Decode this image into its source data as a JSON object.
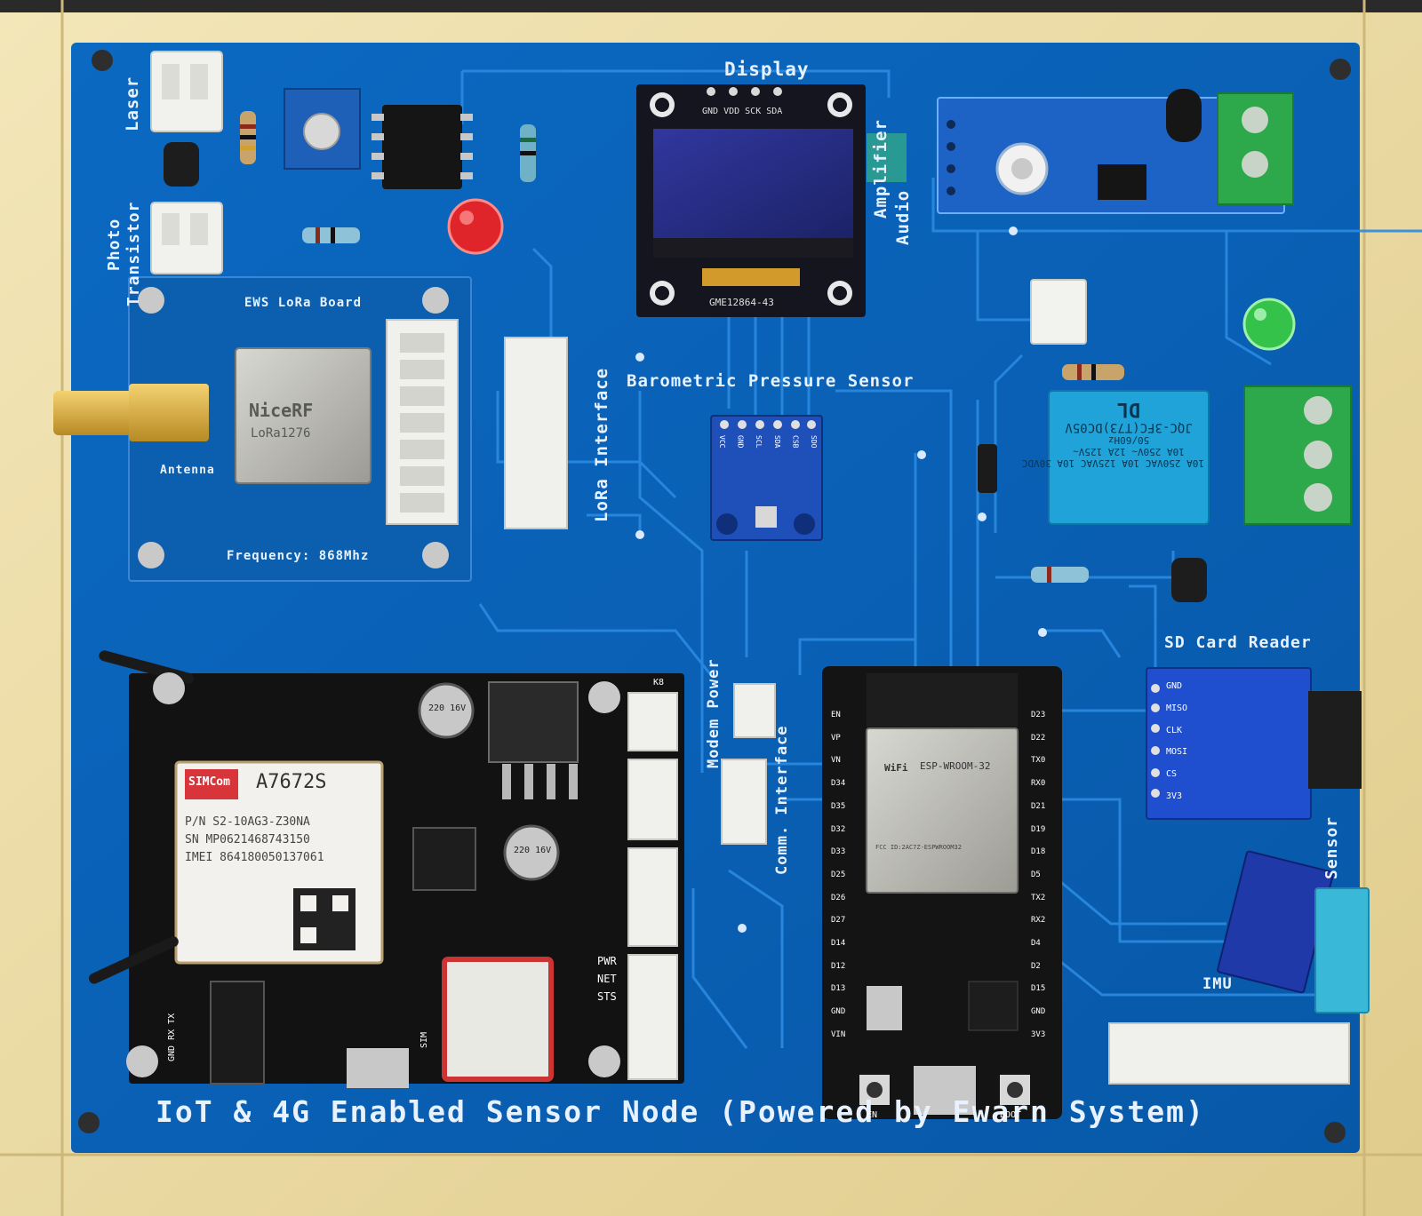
{
  "board": {
    "title": "IoT & 4G Enabled Sensor Node (Powered by Ewarn System)"
  },
  "labels": {
    "laser": "Laser",
    "photo": "Photo",
    "transistor": "Transistor",
    "display": "Display",
    "amplifier": "Amplifier",
    "audio": "Audio",
    "lora_board": "EWS LoRa Board",
    "antenna": "Antenna",
    "frequency": "Frequency: 868Mhz",
    "lora_interface": "LoRa Interface",
    "barometric": "Barometric Pressure Sensor",
    "sd_card_reader": "SD Card Reader",
    "modem_power": "Modem Power",
    "comm_interface": "Comm. Interface",
    "sensor": "Sensor",
    "imu": "IMU"
  },
  "lora_module": {
    "brand": "NiceRF",
    "model": "LoRa1276"
  },
  "oled": {
    "pins": "GND VDD SCK SDA",
    "part": "GME12864-43"
  },
  "baro_pins": [
    "VCC",
    "GND",
    "SCL",
    "SDA",
    "CSB",
    "SDO"
  ],
  "modem": {
    "brand": "SIMCom",
    "model": "A7672S",
    "pn": "P/N S2-10AG3-Z30NA",
    "sn": "SN MP0621468743150",
    "imei": "IMEI 864180050137061",
    "cap1": "220 16V",
    "cap2": "220 16V",
    "connector_pins": "GND RX TX",
    "pwr": "PWR",
    "net": "NET",
    "sts": "STS",
    "sim": "SIM",
    "k8": "K8"
  },
  "esp32": {
    "module": "ESP-WROOM-32",
    "wifi": "WiFi",
    "fcc": "FCC ID:2AC7Z-ESPWROOM32",
    "en": "EN",
    "boot": "BOOT",
    "left_pins": [
      "EN",
      "VP",
      "VN",
      "D34",
      "D35",
      "D32",
      "D33",
      "D25",
      "D26",
      "D27",
      "D14",
      "D12",
      "D13",
      "GND",
      "VIN"
    ],
    "right_pins": [
      "D23",
      "D22",
      "TX0",
      "RX0",
      "D21",
      "D19",
      "D18",
      "D5",
      "TX2",
      "RX2",
      "D4",
      "D2",
      "D15",
      "GND",
      "3V3"
    ]
  },
  "sd_pins": [
    "GND",
    "MISO",
    "CLK",
    "MOSI",
    "CS",
    "3V3"
  ],
  "relay": {
    "line1": "10A 250VAC  10A 125VAC  10A 30VDC",
    "line2": "10A 250V~  12A 125V~",
    "line3": "50/60Hz",
    "model": "JQC-3FC(T73)DC05V",
    "brand": "DL"
  },
  "colors": {
    "pcb": "#0a62b8",
    "frame": "#e9d9a4",
    "trace": "#2b8ae0",
    "silk": "#e8f2ff"
  }
}
